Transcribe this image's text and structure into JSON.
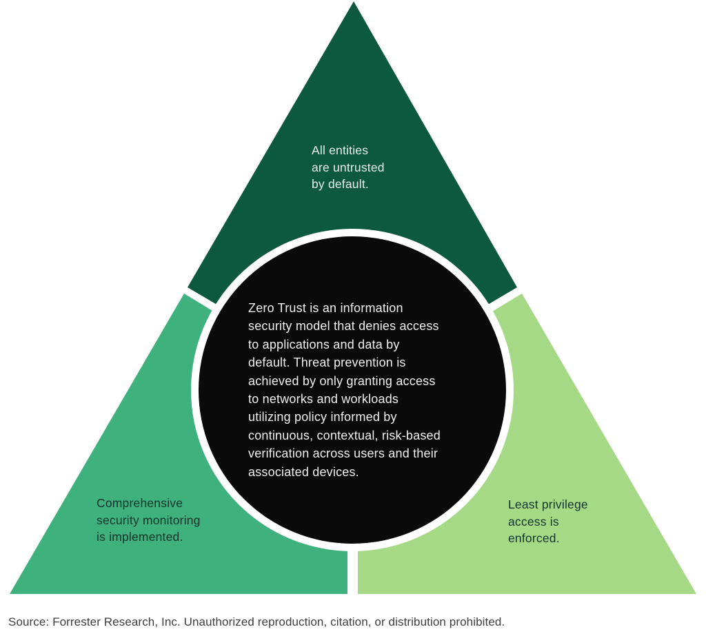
{
  "diagram": {
    "name": "Zero Trust model triangle",
    "colors": {
      "background": "#ffffff",
      "top_section": "#0d5940",
      "left_section": "#3eb17d",
      "right_section": "#a6d985",
      "circle_fill": "#0a0a0a",
      "circle_ring": "#ffffff",
      "top_text": "#e9efec",
      "side_text": "#14332a",
      "center_text": "#efefef",
      "source_text": "#3d3d3d"
    },
    "sections": {
      "top": {
        "lines": [
          "All entities",
          "are untrusted",
          "by default."
        ]
      },
      "left": {
        "lines": [
          "Comprehensive",
          "security monitoring",
          "is implemented."
        ]
      },
      "right": {
        "lines": [
          "Least privilege",
          "access is",
          "enforced."
        ]
      },
      "center": {
        "lines": [
          "Zero Trust is an information",
          "security model that denies access",
          "to applications and data by",
          "default. Threat prevention is",
          "achieved by only granting access",
          "to networks and workloads",
          "utilizing policy informed by",
          "continuous, contextual, risk-based",
          "verification across users and their",
          "associated devices."
        ]
      }
    },
    "source": "Source: Forrester Research, Inc. Unauthorized reproduction, citation, or distribution prohibited."
  }
}
